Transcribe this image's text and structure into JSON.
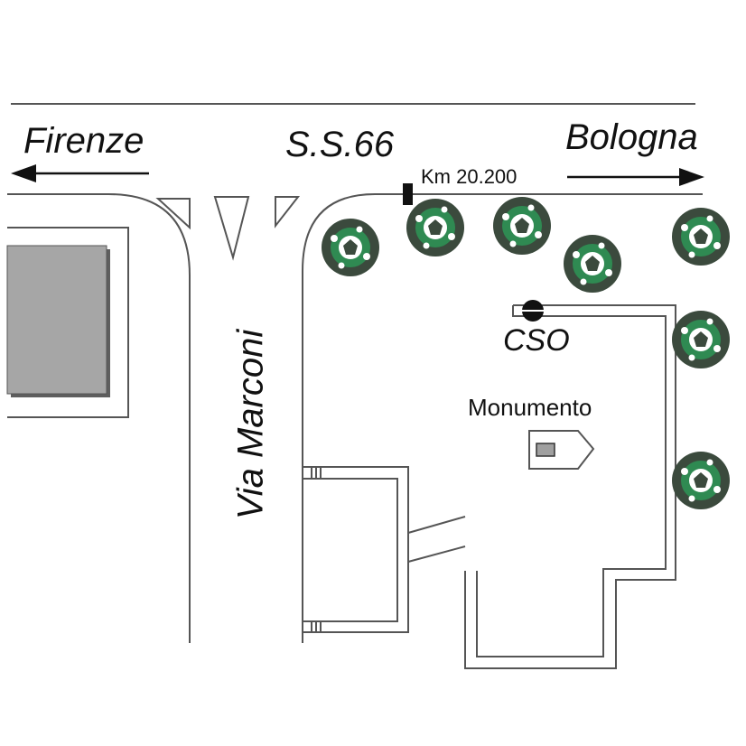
{
  "map": {
    "labels": {
      "left_destination": "Firenze",
      "right_destination": "Bologna",
      "road_name": "S.S.66",
      "km_marker": "Km 20.200",
      "side_street": "Via Marconi",
      "station_code": "CSO",
      "landmark": "Monumento"
    },
    "colors": {
      "line": "#555555",
      "building_fill": "#a6a6a6",
      "building_shadow": "#5e5e5e",
      "tree_dark": "#3b4a3d",
      "tree_green": "#2f8a52",
      "marker": "#111111"
    },
    "icons": [
      "arrow-left-icon",
      "arrow-right-icon",
      "km-marker-icon",
      "station-icon",
      "monument-icon",
      "tree-icon"
    ]
  }
}
